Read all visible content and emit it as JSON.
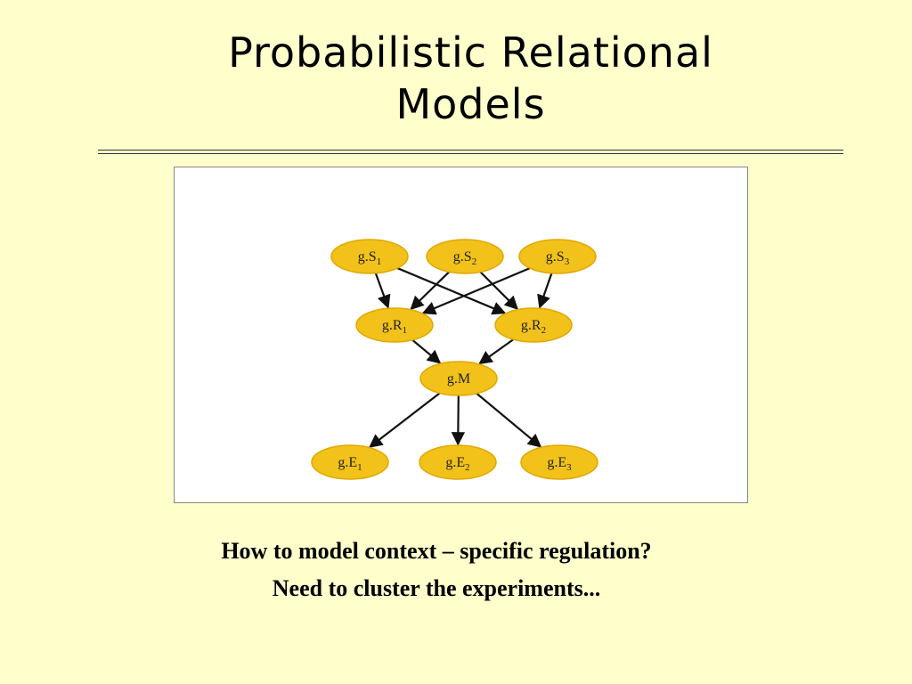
{
  "slide": {
    "title_line1": "Probabilistic Relational",
    "title_line2": "Models",
    "caption_line1": "How to model context – specific regulation?",
    "caption_line2": "Need to cluster the experiments..."
  },
  "diagram": {
    "nodes": [
      {
        "id": "S1",
        "base": "g.S",
        "sub": "1"
      },
      {
        "id": "S2",
        "base": "g.S",
        "sub": "2"
      },
      {
        "id": "S3",
        "base": "g.S",
        "sub": "3"
      },
      {
        "id": "R1",
        "base": "g.R",
        "sub": "1"
      },
      {
        "id": "R2",
        "base": "g.R",
        "sub": "2"
      },
      {
        "id": "M",
        "base": "g.M",
        "sub": ""
      },
      {
        "id": "E1",
        "base": "g.E",
        "sub": "1"
      },
      {
        "id": "E2",
        "base": "g.E",
        "sub": "2"
      },
      {
        "id": "E3",
        "base": "g.E",
        "sub": "3"
      }
    ],
    "edges": [
      [
        "S1",
        "R1"
      ],
      [
        "S1",
        "R2"
      ],
      [
        "S2",
        "R1"
      ],
      [
        "S2",
        "R2"
      ],
      [
        "S3",
        "R1"
      ],
      [
        "S3",
        "R2"
      ],
      [
        "R1",
        "M"
      ],
      [
        "R2",
        "M"
      ],
      [
        "M",
        "E1"
      ],
      [
        "M",
        "E2"
      ],
      [
        "M",
        "E3"
      ]
    ],
    "node_color": "#f2c21a",
    "edge_color": "#111111"
  }
}
